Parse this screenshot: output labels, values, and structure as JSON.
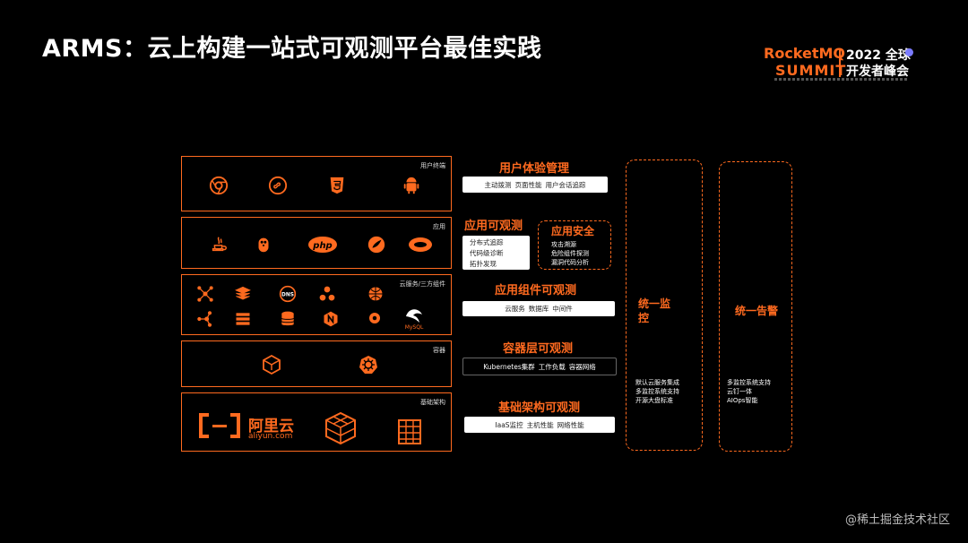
{
  "title": "ARMS：云上构建一站式可观测平台最佳实践",
  "logo": {
    "brand": "RocketMQ",
    "summit": "SUMMIT",
    "year": "2022 全球",
    "conf": "开发者峰会"
  },
  "layers": {
    "user": {
      "tag": "用户终端"
    },
    "app": {
      "tag": "应用"
    },
    "cloud": {
      "tag": "云服务/三方组件",
      "mysql": "MySQL"
    },
    "container": {
      "tag": "容器"
    },
    "infra": {
      "tag": "基础架构",
      "aliyun_cn": "阿里云",
      "aliyun_en": "aliyun.com"
    }
  },
  "sections": {
    "ux": {
      "title": "用户体验管理",
      "items": [
        "主动拨测",
        "页面性能",
        "用户会话追踪"
      ]
    },
    "app_obs": {
      "title": "应用可观测",
      "items": [
        "分布式追踪",
        "代码级诊断",
        "拓扑发现"
      ]
    },
    "app_sec": {
      "title": "应用安全",
      "items": [
        "攻击溯源",
        "危险组件探测",
        "漏洞代码分析"
      ]
    },
    "component": {
      "title": "应用组件可观测",
      "items": [
        "云服务",
        "数据库",
        "中间件"
      ]
    },
    "container": {
      "title": "容器层可观测",
      "items": [
        "Kubernetes集群",
        "工作负载",
        "容器网络"
      ]
    },
    "infra": {
      "title": "基础架构可观测",
      "items": [
        "IaaS监控",
        "主机性能",
        "网络性能"
      ]
    }
  },
  "monitor": {
    "title_l1": "统一监",
    "title_l2": "控",
    "items": [
      "默认云服务集成",
      "多监控系统支持",
      "开源大盘标准"
    ]
  },
  "alert": {
    "title": "统一告警",
    "items": [
      "多监控系统支持",
      "云钉一体",
      "AIOps智能"
    ]
  },
  "watermark": "@稀土掘金技术社区",
  "colors": {
    "accent": "#ff6a1f",
    "background": "#000000"
  }
}
